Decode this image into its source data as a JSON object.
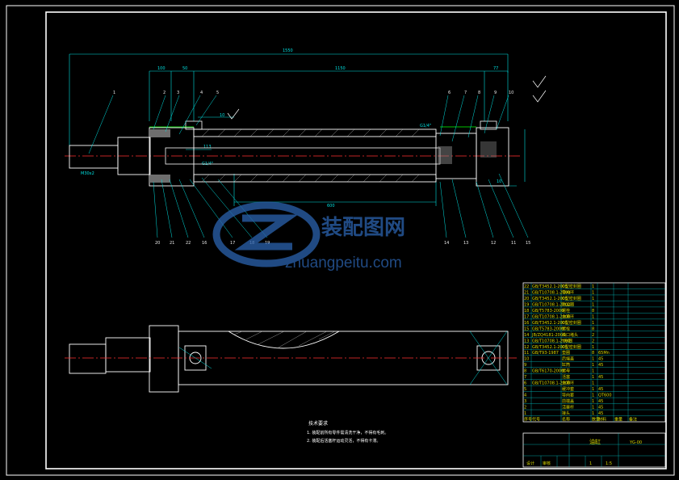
{
  "watermark": {
    "cn": "装配图网",
    "url": "zhuangpeitu.com"
  },
  "dimensions": {
    "overall_length": "1550",
    "stroke": "1150",
    "left_offset": "100",
    "left_small": "50",
    "right_small": "77",
    "inner_bore": "113",
    "bottom_len": "600",
    "thread_left": "M30x2",
    "fit_port_left": "G1/4\"",
    "fit_port_right": "G1/4\"",
    "right_dim_10": "10",
    "top_dim_10": "10"
  },
  "balloons_top": [
    "1",
    "2",
    "3",
    "4",
    "5",
    "6",
    "7",
    "8",
    "9",
    "10"
  ],
  "balloons_bottom": [
    "20",
    "21",
    "22",
    "16",
    "17",
    "18",
    "19",
    "14",
    "13",
    "12",
    "11",
    "15"
  ],
  "notes": {
    "title": "技术要求",
    "line1": "1. 装配前所有零件需清洗干净，不得有毛刺。",
    "line2": "2. 装配后活塞杆运动灵活，不得有卡滞。"
  },
  "bom_rows": [
    [
      "22",
      "GB/T3452.1-2005",
      "O型密封圈",
      "1",
      ""
    ],
    [
      "21",
      "GB/T10708.1-2000",
      "导向环",
      "1",
      ""
    ],
    [
      "20",
      "GB/T3452.1-2005",
      "O型密封圈",
      "1",
      ""
    ],
    [
      "19",
      "GB/T10708.1-2000",
      "防尘圈",
      "1",
      ""
    ],
    [
      "18",
      "GB/T5783-2000",
      "螺栓",
      "8",
      ""
    ],
    [
      "17",
      "GB/T10708.1-2000",
      "支承环",
      "1",
      ""
    ],
    [
      "16",
      "GB/T3452.1-2005",
      "O型密封圈",
      "1",
      ""
    ],
    [
      "15",
      "GB/T5783-2000",
      "螺栓",
      "8",
      ""
    ],
    [
      "14",
      "JB/ZQ4181-2006",
      "油口堵头",
      "2",
      ""
    ],
    [
      "13",
      "GB/T10708.1-2000",
      "Y形圈",
      "2",
      ""
    ],
    [
      "12",
      "GB/T3452.1-2005",
      "O型密封圈",
      "1",
      ""
    ],
    [
      "11",
      "GB/T93-1987",
      "垫圈",
      "8",
      "65Mn"
    ],
    [
      "10",
      "",
      "后端盖",
      "1",
      "45"
    ],
    [
      "9",
      "",
      "缸筒",
      "1",
      "45"
    ],
    [
      "8",
      "GB/T6170-2000",
      "螺母",
      "1",
      ""
    ],
    [
      "7",
      "",
      "活塞",
      "1",
      "45"
    ],
    [
      "6",
      "GB/T10708.1-2000",
      "支承环",
      "1",
      ""
    ],
    [
      "5",
      "",
      "缓冲套",
      "1",
      "45"
    ],
    [
      "4",
      "",
      "导向套",
      "1",
      "QT600"
    ],
    [
      "3",
      "",
      "前端盖",
      "1",
      "45"
    ],
    [
      "2",
      "",
      "活塞杆",
      "1",
      "45"
    ],
    [
      "1",
      "",
      "接头",
      "1",
      "45"
    ]
  ],
  "bom_header": [
    "序号",
    "代号",
    "名称",
    "数量",
    "材料",
    "重量",
    "备注"
  ],
  "title_block": {
    "name": "油缸",
    "drawing_no": "YG-00",
    "scale": "1:5",
    "sheet": "1",
    "designer": "设计",
    "checker": "审核"
  }
}
